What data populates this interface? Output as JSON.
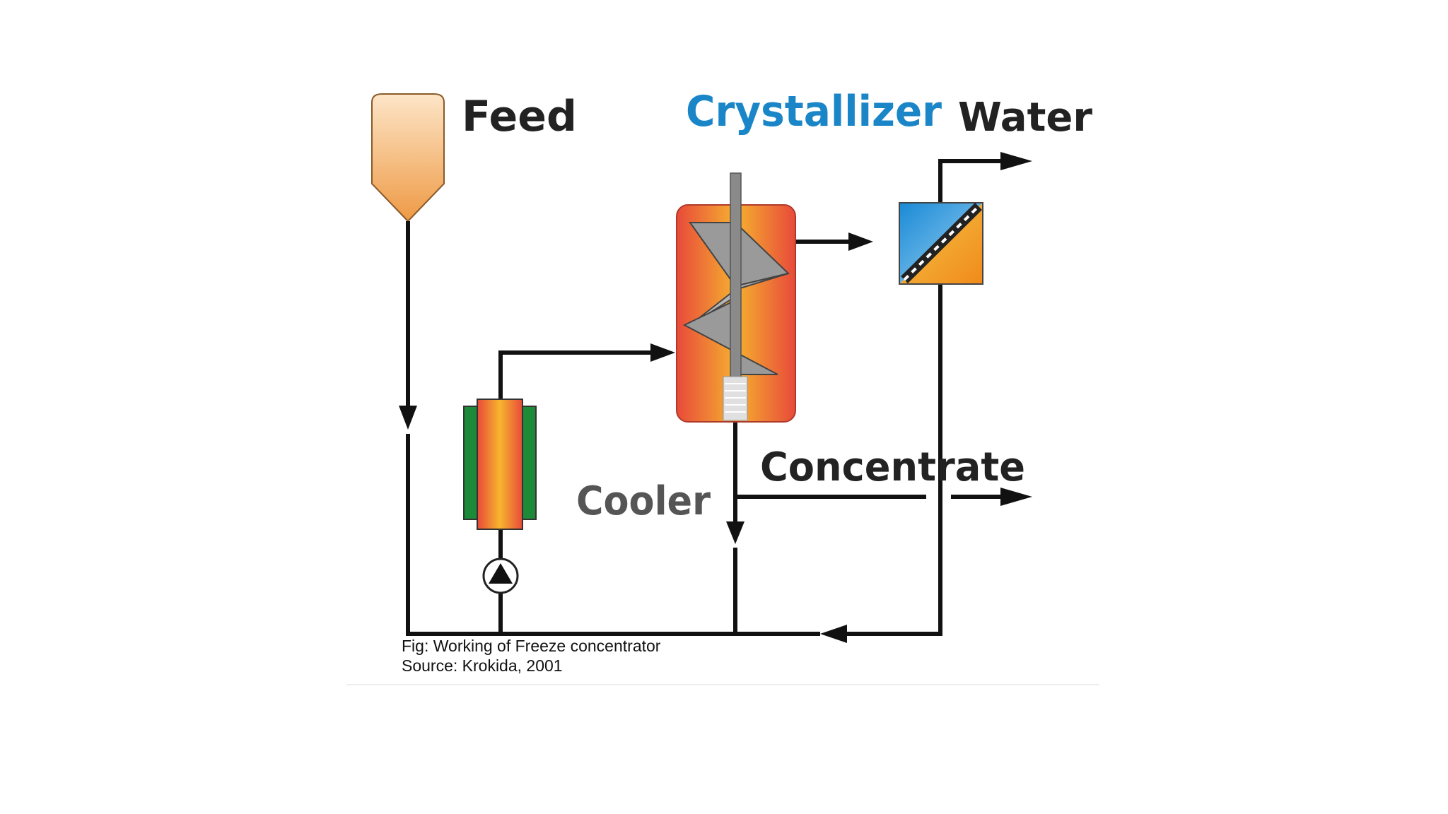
{
  "labels": {
    "feed": "Feed",
    "crystallizer": "Crystallizer",
    "water": "Water",
    "concentrate": "Concentrate",
    "cooler": "Cooler"
  },
  "caption": {
    "line1": "Fig: Working of  Freeze concentrator",
    "line2": "Source: Krokida, 2001"
  },
  "colors": {
    "crystallizer_label": "#1a86c8",
    "cooler_label": "#555555",
    "feed_label": "#222222",
    "pipe": "#111111",
    "vessel_orange": "#f0a75a",
    "heat_red": "#e8503a",
    "heat_yellow": "#f5b432",
    "cooler_green": "#1d8a3a",
    "filter_blue": "#1e8fd6"
  }
}
